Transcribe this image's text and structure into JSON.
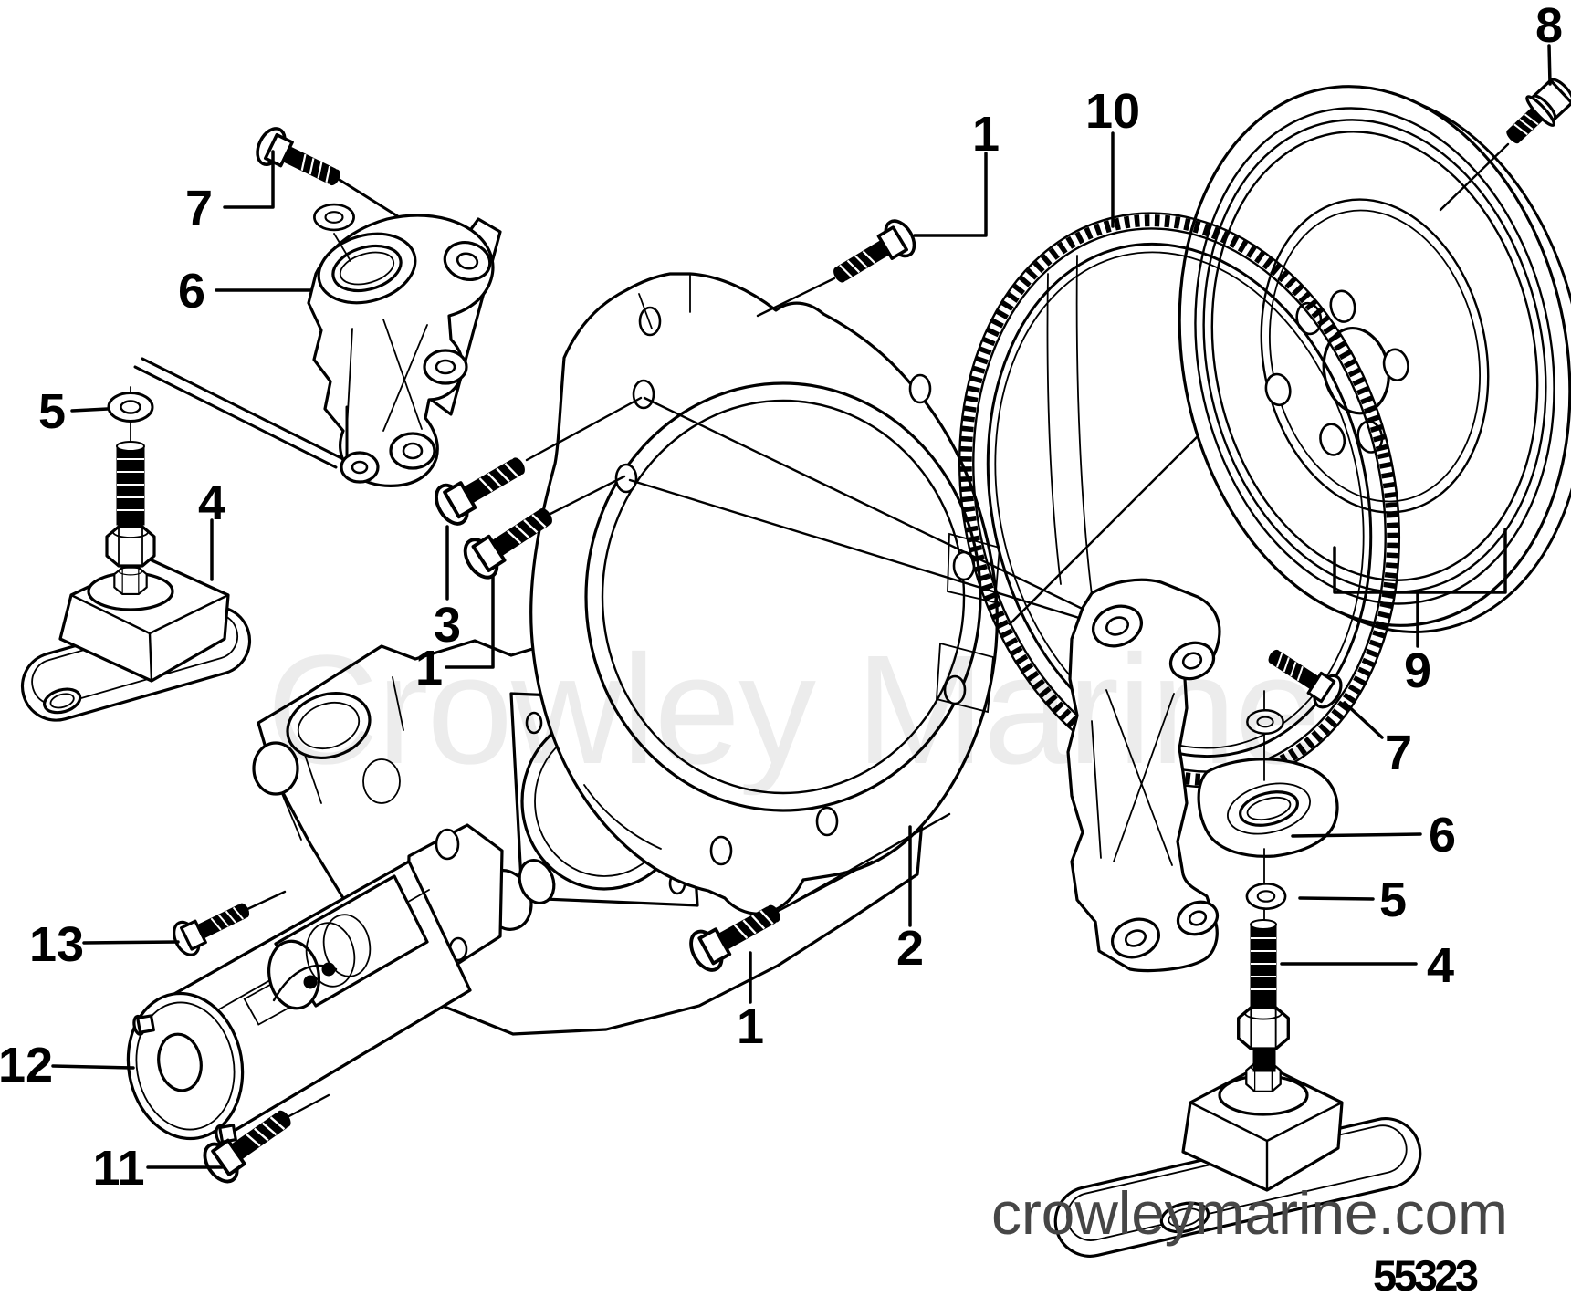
{
  "watermark": {
    "text": "Crowley Marine",
    "color": "#ececec"
  },
  "footer": {
    "website": "crowleymarine.com",
    "website_color": "#464646",
    "figure_number": "55323",
    "figure_number_color": "#000000"
  },
  "colors": {
    "background": "#ffffff",
    "line_art": "#000000",
    "callout_text": "#000000"
  },
  "callouts": [
    {
      "id": "bolt-upper-left",
      "label": "7"
    },
    {
      "id": "bracket-left",
      "label": "6"
    },
    {
      "id": "washer-left",
      "label": "5"
    },
    {
      "id": "mount-stud-left",
      "label": "4"
    },
    {
      "id": "bolt-pair-upper",
      "label": "3"
    },
    {
      "id": "bolt-mid-left",
      "label": "1"
    },
    {
      "id": "bolt-top-center",
      "label": "1"
    },
    {
      "id": "ring-gear",
      "label": "10"
    },
    {
      "id": "bolt-flywheel",
      "label": "8"
    },
    {
      "id": "flywheel-assembly",
      "label": "9"
    },
    {
      "id": "bolt-upper-right",
      "label": "7"
    },
    {
      "id": "bracket-right",
      "label": "6"
    },
    {
      "id": "washer-right",
      "label": "5"
    },
    {
      "id": "mount-stud-right",
      "label": "4"
    },
    {
      "id": "flywheel-housing",
      "label": "2"
    },
    {
      "id": "bolt-bottom-center",
      "label": "1"
    },
    {
      "id": "bolt-starter-upper",
      "label": "13"
    },
    {
      "id": "starter-motor",
      "label": "12"
    },
    {
      "id": "bolt-starter-lower",
      "label": "11"
    }
  ]
}
